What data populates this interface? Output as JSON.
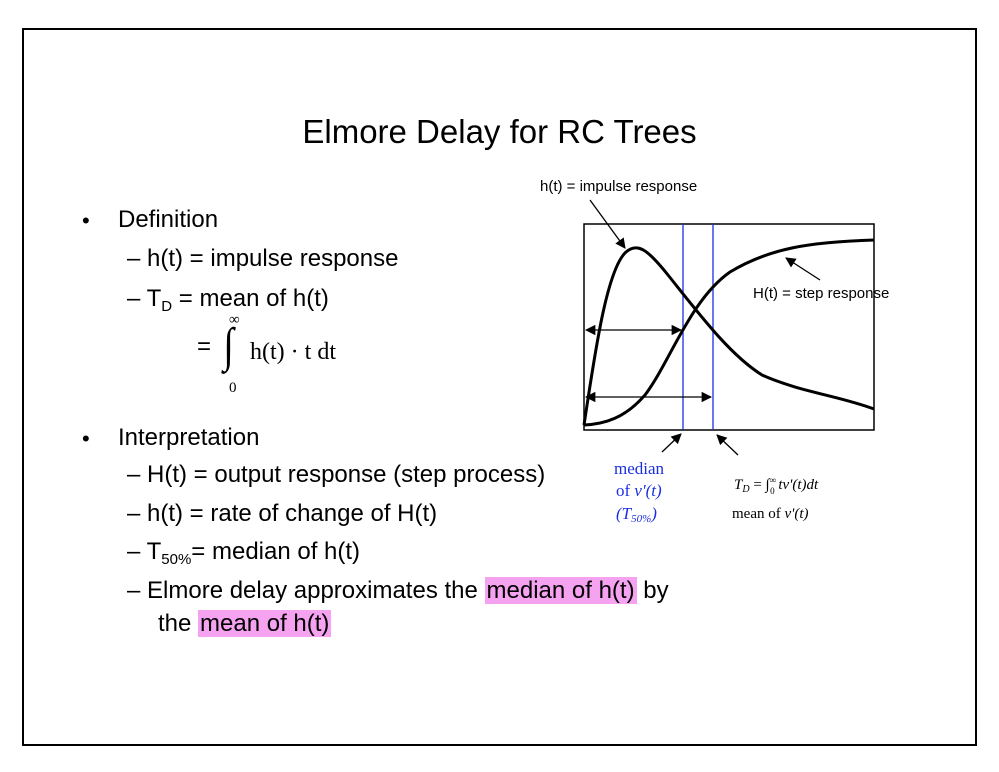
{
  "title": "Elmore Delay for RC Trees",
  "definition": {
    "bullet": "Definition",
    "impulse": "h(t) = impulse response",
    "td_prefix": "T",
    "td_sub": "D",
    "td_rest": " = mean of h(t)",
    "formula_eq": "=",
    "integral_sign": "∫",
    "integral_upper": "∞",
    "integral_lower": "0",
    "integrand": "h(t) · t dt"
  },
  "interpretation": {
    "bullet": "Interpretation",
    "output": "H(t) = output response (step process)",
    "rate": "h(t) = rate of change of H(t)",
    "t50_prefix": "T",
    "t50_sub": "50%",
    "t50_rest": "= median of h(t)",
    "elmore_part1": "Elmore delay approximates the ",
    "elmore_highlight1": "median of h(t)",
    "elmore_part2": " by",
    "elmore_part3": "the ",
    "elmore_highlight2": "mean of h(t)"
  },
  "figure": {
    "impulse_label": "h(t) = impulse response",
    "step_label": "H(t) = step response",
    "median_line1": "median",
    "median_line2_a": "of ",
    "median_line2_b": "v'(t)",
    "median_line3": "(T",
    "median_line3_sub": "50%",
    "median_line3_end": ")",
    "td_formula_T": "T",
    "td_formula_sub": "D",
    "td_formula_rest": " = ∫",
    "td_formula_upper": "∞",
    "td_formula_lower": "0",
    "td_formula_integrand": " tv'(t)dt",
    "mean_label_a": "mean of ",
    "mean_label_b": "v'(t)",
    "colors": {
      "marker_lines": "#1b2fe0",
      "highlight": "#f5a3f0"
    }
  }
}
